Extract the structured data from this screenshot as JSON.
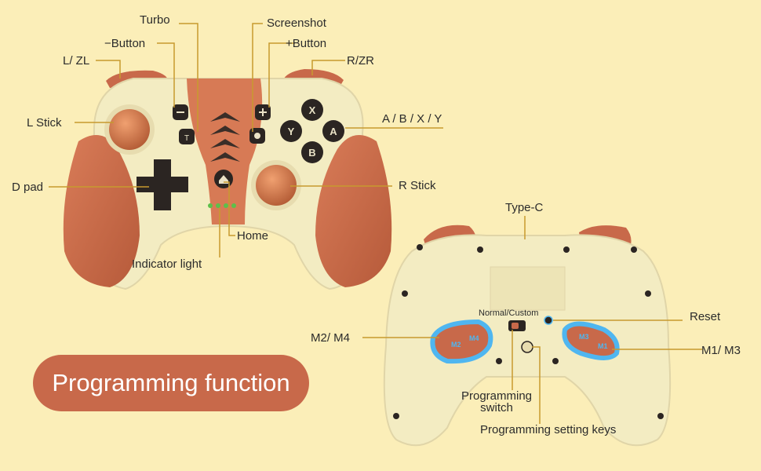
{
  "title": "Programming function",
  "front_labels": {
    "turbo": "Turbo",
    "screenshot": "Screenshot",
    "minus_button": "−Button",
    "plus_button": "+Button",
    "l_zl": "L/ ZL",
    "r_zr": "R/ZR",
    "l_stick": "L  Stick",
    "abxy": "A / B / X / Y",
    "d_pad": "D pad",
    "r_stick": "R  Stick",
    "home": "Home",
    "indicator_light": "Indicator light"
  },
  "back_labels": {
    "type_c": "Type-C",
    "normal_custom": "Normal/Custom",
    "reset": "Reset",
    "m2_m4": "M2/ M4",
    "m1_m3": "M1/ M3",
    "programming_switch": "Programming\nswitch",
    "programming_setting_keys": "Programming setting keys"
  },
  "face_buttons": {
    "x": "X",
    "y": "Y",
    "a": "A",
    "b": "B"
  },
  "paddles": {
    "m2": "M2",
    "m4": "M4",
    "m3": "M3",
    "m1": "M1"
  },
  "colors": {
    "background": "#fbeeb8",
    "body": "#f3ecc2",
    "accent": "#c8694a",
    "leader": "#c89a2e",
    "paddle_glow": "#4fb6f0"
  }
}
